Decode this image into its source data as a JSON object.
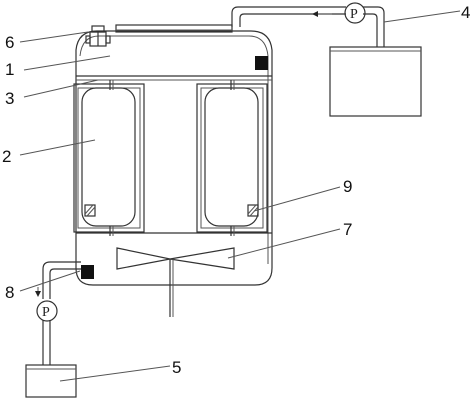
{
  "labels": {
    "l1": "1",
    "l2": "2",
    "l3": "3",
    "l4": "4",
    "l5": "5",
    "l6": "6",
    "l7": "7",
    "l8": "8",
    "l9": "9"
  },
  "pump_symbols": {
    "top": "P",
    "bottom": "P"
  },
  "colors": {
    "line": "#333333",
    "sensor": "#111111"
  }
}
